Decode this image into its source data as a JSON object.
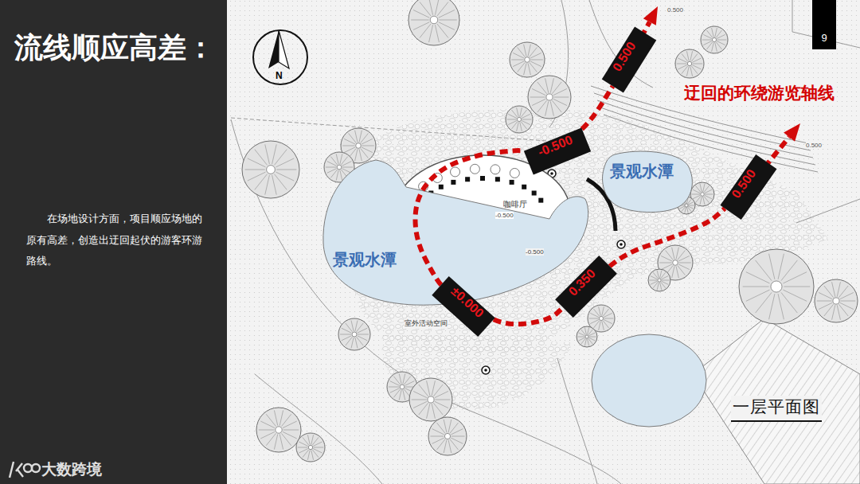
{
  "diagram": {
    "title": "流线顺应高差：",
    "nodes": [
      {
        "text": [
          "0.500"
        ]
      },
      {
        "text": [
          "9"
        ]
      },
      {
        "text": [
          "-0.500"
        ]
      },
      {
        "text": [
          "景观水潭"
        ]
      },
      {
        "text": [
          "0.500"
        ]
      },
      {
        "text": [
          "咖啡厅"
        ]
      },
      {
        "text": [
          "景观水潭"
        ]
      },
      {
        "text": [
          "±0.000"
        ]
      },
      {
        "text": [
          "0.350"
        ]
      }
    ],
    "edges": [
      {
        "from": 7,
        "to": 2,
        "arrow": "none"
      },
      {
        "from": 2,
        "to": 0,
        "arrow": "none"
      },
      {
        "from": 7,
        "to": 8,
        "arrow": "none"
      },
      {
        "from": 8,
        "to": 4,
        "arrow": "none"
      }
    ],
    "labels": [
      "迂回的环绕游览轴线",
      "在场地设计方面，项目顺应场地的原有高差，创造出迂回起伏的游客环游路线。",
      "N",
      "0.500",
      "-0.500",
      "-0.500",
      "0.500",
      "室外活动空间",
      "一层平面图",
      "大数跨境"
    ]
  }
}
